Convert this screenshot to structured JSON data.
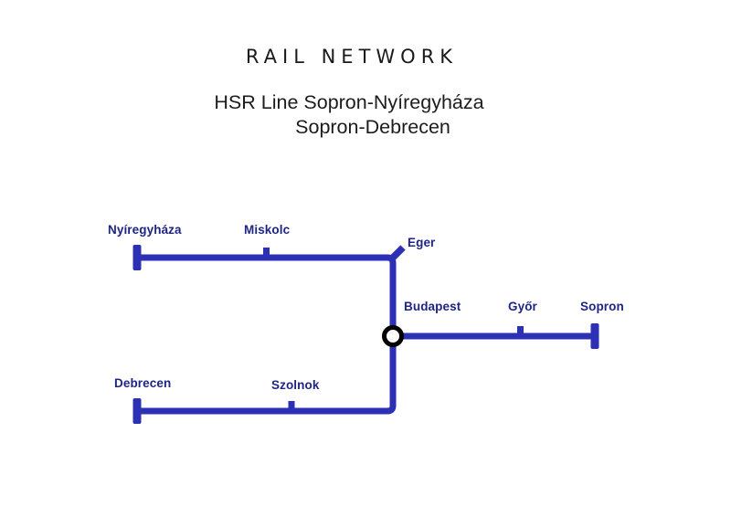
{
  "header": {
    "title": "RAIL NETWORK",
    "subtitle_line1": "HSR Line Sopron-Nyíregyháza",
    "subtitle_line2": "Sopron-Debrecen"
  },
  "diagram": {
    "line_color": "#2b30b5",
    "label_color": "#1f2585",
    "interchange_outline_color": "#000000",
    "interchange_fill_color": "#ffffff",
    "stations": [
      {
        "label": "Nyíregyháza",
        "type": "terminus"
      },
      {
        "label": "Miskolc",
        "type": "intermediate-stop"
      },
      {
        "label": "Eger",
        "type": "intermediate-stop"
      },
      {
        "label": "Budapest",
        "type": "interchange"
      },
      {
        "label": "Győr",
        "type": "intermediate-stop"
      },
      {
        "label": "Sopron",
        "type": "terminus"
      },
      {
        "label": "Debrecen",
        "type": "terminus"
      },
      {
        "label": "Szolnok",
        "type": "intermediate-stop"
      }
    ]
  }
}
